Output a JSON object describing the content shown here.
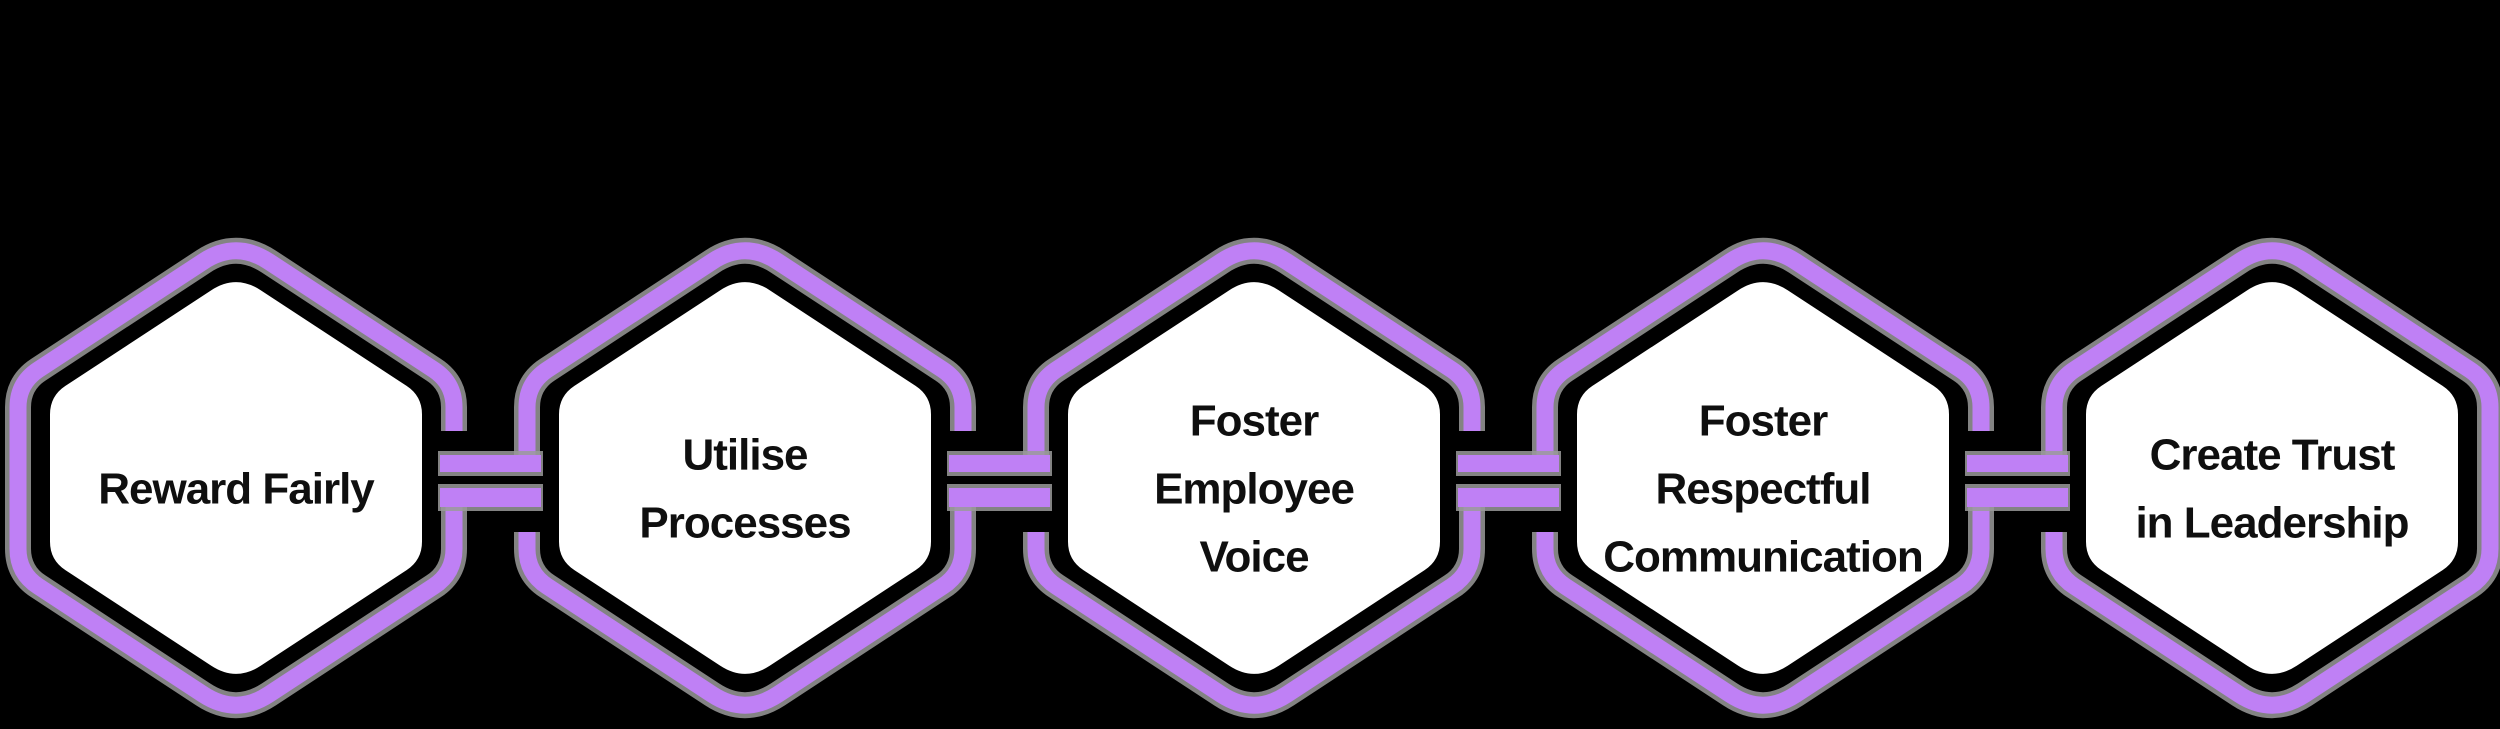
{
  "diagram": {
    "type": "linked-hexagon-chain",
    "background_color": "#000000",
    "node_shape": "rounded-hexagon",
    "node_fill_color": "#ffffff",
    "outline_color": "#bf80f5",
    "outline_shadow_color": "#9a9a9a",
    "label_color": "#0f0f0f",
    "connector_style": "double-bar-weave",
    "nodes": [
      {
        "label": "Reward Fairly",
        "lines": [
          "Reward Fairly"
        ]
      },
      {
        "label": "Utilise Processes",
        "lines": [
          "Utilise",
          "Processes"
        ]
      },
      {
        "label": "Foster Employee Voice",
        "lines": [
          "Foster",
          "Employee",
          "Voice"
        ]
      },
      {
        "label": "Foster Respectful Communication",
        "lines": [
          "Foster",
          "Respectful",
          "Communication"
        ]
      },
      {
        "label": "Create Trust in Leadership",
        "lines": [
          "Create Trust",
          "in Leadership"
        ]
      }
    ],
    "connectors": [
      {
        "from": "Reward Fairly",
        "to": "Utilise Processes"
      },
      {
        "from": "Utilise Processes",
        "to": "Foster Employee Voice"
      },
      {
        "from": "Foster Employee Voice",
        "to": "Foster Respectful Communication"
      },
      {
        "from": "Foster Respectful Communication",
        "to": "Create Trust in Leadership"
      }
    ]
  }
}
